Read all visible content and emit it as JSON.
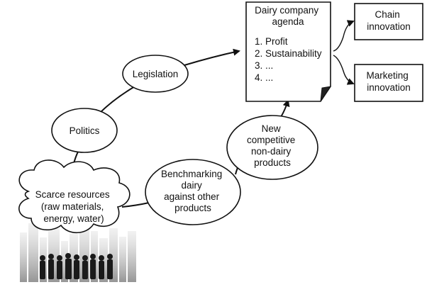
{
  "nodes": {
    "scarce_resources": {
      "lines": [
        "Scarce resources",
        "(raw materials,",
        "energy, water)"
      ]
    },
    "politics": {
      "lines": [
        "Politics"
      ]
    },
    "legislation": {
      "lines": [
        "Legislation"
      ]
    },
    "benchmarking": {
      "lines": [
        "Benchmarking",
        "dairy",
        "against other",
        "products"
      ]
    },
    "new_competitive": {
      "lines": [
        "New",
        "competitive",
        "non-dairy",
        "products"
      ]
    },
    "agenda": {
      "title_lines": [
        "Dairy company",
        "agenda"
      ],
      "items": [
        "1.  Profit",
        "2.  Sustainability",
        "3.  ...",
        "4.  ..."
      ]
    },
    "chain_innovation": {
      "lines": [
        "Chain",
        "innovation"
      ]
    },
    "marketing_innovation": {
      "lines": [
        "Marketing",
        "innovation"
      ]
    }
  },
  "colors": {
    "stroke": "#111111",
    "fill": "#ffffff",
    "silhouette": "#1a1a1a",
    "city": "#9a9a9a"
  }
}
